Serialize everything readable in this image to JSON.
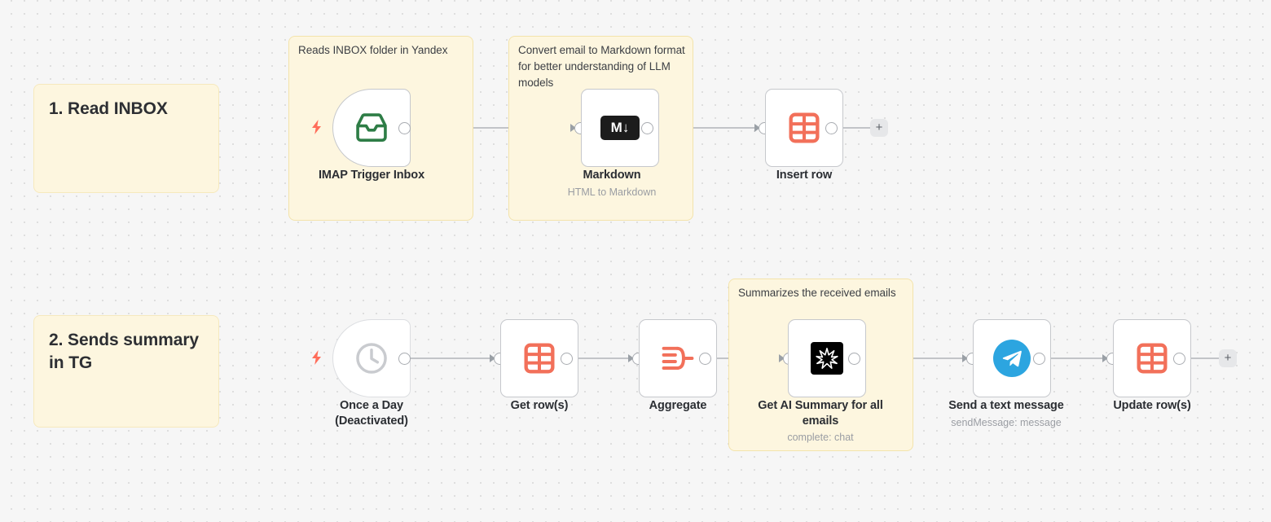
{
  "canvas": {
    "background_color": "#f6f6f6",
    "dot_color": "#dcdcdc"
  },
  "colors": {
    "sticky_fill": "#fdf6df",
    "sticky_border": "#f3e3ab",
    "node_border": "#c6c8cc",
    "accent_red": "#ff6d5a",
    "table_icon": "#f2705a",
    "imap_green": "#2e7d46",
    "telegram_blue": "#2ca5e0",
    "connector": "#b0b4b9"
  },
  "sticky_labels": [
    {
      "id": "note-1",
      "title": "1. Read INBOX"
    },
    {
      "id": "note-2",
      "title": "2. Sends summary\nin TG"
    }
  ],
  "sticky_notes": [
    {
      "id": "sticky-yandex",
      "text": "Reads INBOX folder in Yandex"
    },
    {
      "id": "sticky-markdown",
      "text": "Convert email to Markdown format for better understanding of LLM models"
    },
    {
      "id": "sticky-summary",
      "text": "Summarizes the received emails"
    }
  ],
  "nodes": [
    {
      "id": "imap-trigger-inbox",
      "label": "IMAP Trigger Inbox",
      "subtitle": "",
      "icon": "inbox-icon",
      "type": "trigger",
      "disabled": false
    },
    {
      "id": "markdown",
      "label": "Markdown",
      "subtitle": "HTML to Markdown",
      "icon": "markdown-icon",
      "type": "action",
      "disabled": false
    },
    {
      "id": "insert-row",
      "label": "Insert row",
      "subtitle": "",
      "icon": "table-icon",
      "type": "action",
      "disabled": false
    },
    {
      "id": "once-a-day",
      "label": "Once a Day\n(Deactivated)",
      "subtitle": "",
      "icon": "clock-icon",
      "type": "trigger",
      "disabled": true
    },
    {
      "id": "get-rows",
      "label": "Get row(s)",
      "subtitle": "",
      "icon": "table-icon",
      "type": "action",
      "disabled": false
    },
    {
      "id": "aggregate",
      "label": "Aggregate",
      "subtitle": "",
      "icon": "aggregate-icon",
      "type": "action",
      "disabled": false
    },
    {
      "id": "get-ai-summary",
      "label": "Get AI Summary for all emails",
      "subtitle": "complete: chat",
      "icon": "ai-star-icon",
      "type": "action",
      "disabled": false
    },
    {
      "id": "send-text-message",
      "label": "Send a text message",
      "subtitle": "sendMessage: message",
      "icon": "telegram-icon",
      "type": "action",
      "disabled": false
    },
    {
      "id": "update-rows",
      "label": "Update row(s)",
      "subtitle": "",
      "icon": "table-icon",
      "type": "action",
      "disabled": false
    }
  ],
  "add_buttons": [
    {
      "id": "add-node-row-1",
      "glyph": "+"
    },
    {
      "id": "add-node-row-2",
      "glyph": "+"
    }
  ],
  "markdown_icon_text": "M↓"
}
